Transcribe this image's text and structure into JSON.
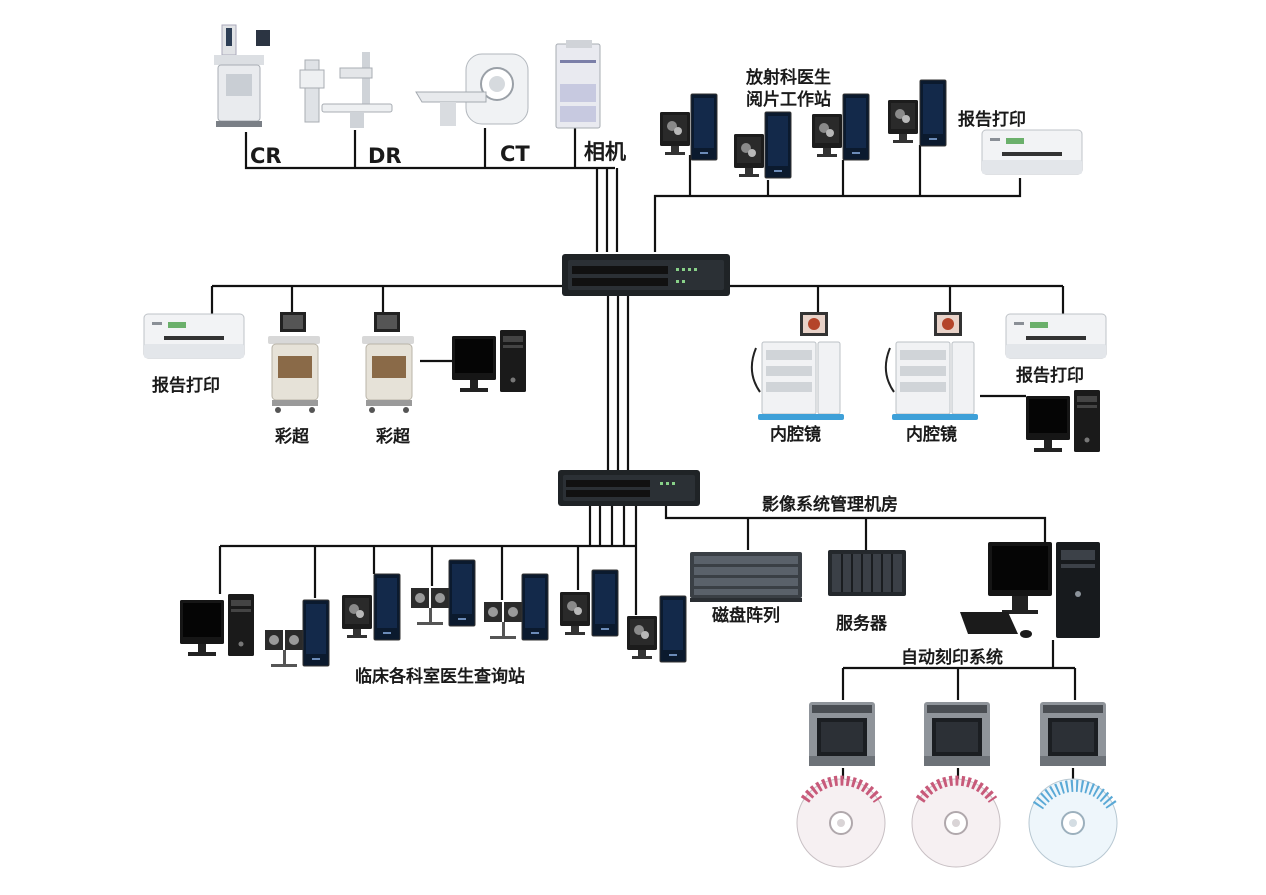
{
  "labels": {
    "cr": "CR",
    "dr": "DR",
    "ct": "CT",
    "camera": "相机",
    "radiology_line1": "放射科医生",
    "radiology_line2": "阅片工作站",
    "report_print": "报告打印",
    "ultrasound": "彩超",
    "endoscope": "内腔镜",
    "server_room": "影像系统管理机房",
    "disk_array": "磁盘阵列",
    "server": "服务器",
    "auto_burn": "自动刻印系统",
    "clinical_query": "临床各科室医生查询站"
  },
  "colors": {
    "line": "#111111",
    "switch_body": "#1f2326",
    "monitor_screen": "#0b1a2e",
    "device_white": "#eef0f2",
    "disc_pink": "#c85a7a",
    "disc_blue": "#5aa9d6"
  }
}
